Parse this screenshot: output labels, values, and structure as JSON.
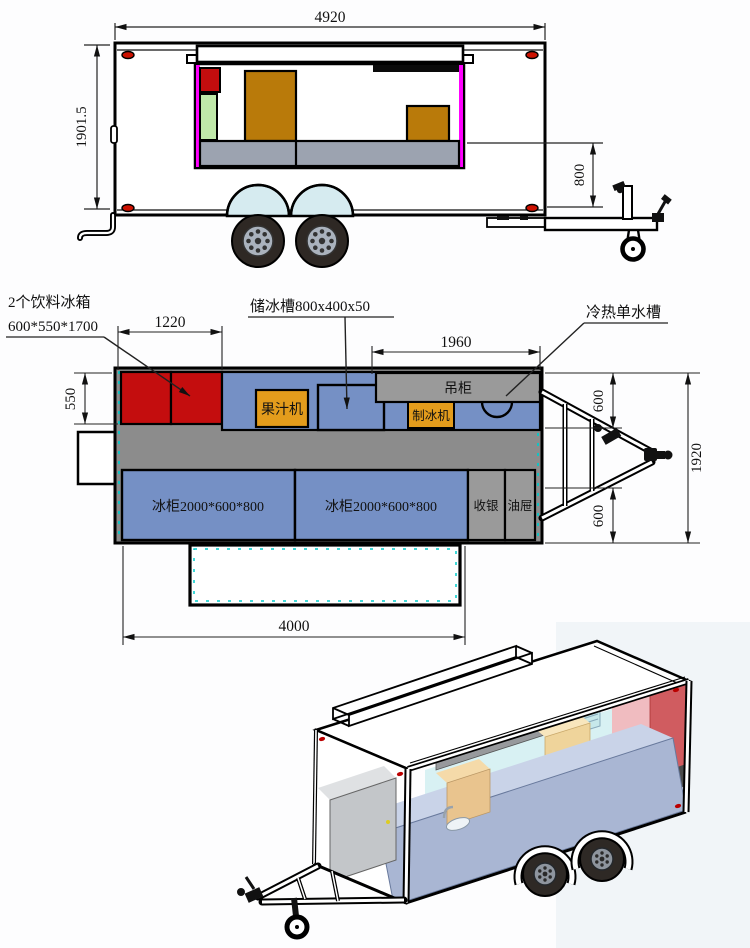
{
  "title": "food-trailer-technical-drawing",
  "colors": {
    "accent_red": "#c40d0e",
    "pale_green": "#bfe8a9",
    "brown_box": "#b97a0a",
    "counter_gray": "#9ca3b0",
    "magenta_trim": "#ff00ff",
    "plan_blue": "#7590c5",
    "floor_gray": "#8c8c8c",
    "cabinet_gray": "#9a9a9a",
    "equipment_orange": "#e39c1c",
    "hatch_cyan": "#00cccc",
    "marker_light_red": "#cc1100",
    "iso_counter_blue": "#a9b6d3",
    "iso_red_box": "#d05c60",
    "iso_tan_box": "#e9c48e"
  },
  "side_view": {
    "dims": {
      "overall_length": "4920",
      "overall_height": "1901.5",
      "service_height": "800"
    }
  },
  "plan_view": {
    "callouts": {
      "drink_fridge_title": "2个饮料冰箱",
      "drink_fridge_size": "600*550*1700",
      "ice_trough": "储冰槽800x400x50",
      "water_sink": "冷热单水槽"
    },
    "dims": {
      "fridge_width": "1220",
      "fridge_depth": "550",
      "hanging_cabinet_width": "1960",
      "front_counter_depth": "600",
      "rear_counter_depth": "600",
      "overall_width": "1920",
      "serving_window_width": "4000"
    },
    "equipment": {
      "juicer": "果汁机",
      "hanging_cabinet": "吊柜",
      "ice_maker": "制冰机",
      "freezer_left": "冰柜2000*600*800",
      "freezer_right": "冰柜2000*600*800",
      "cashier": "收银",
      "oil_drawer": "油屉"
    }
  }
}
